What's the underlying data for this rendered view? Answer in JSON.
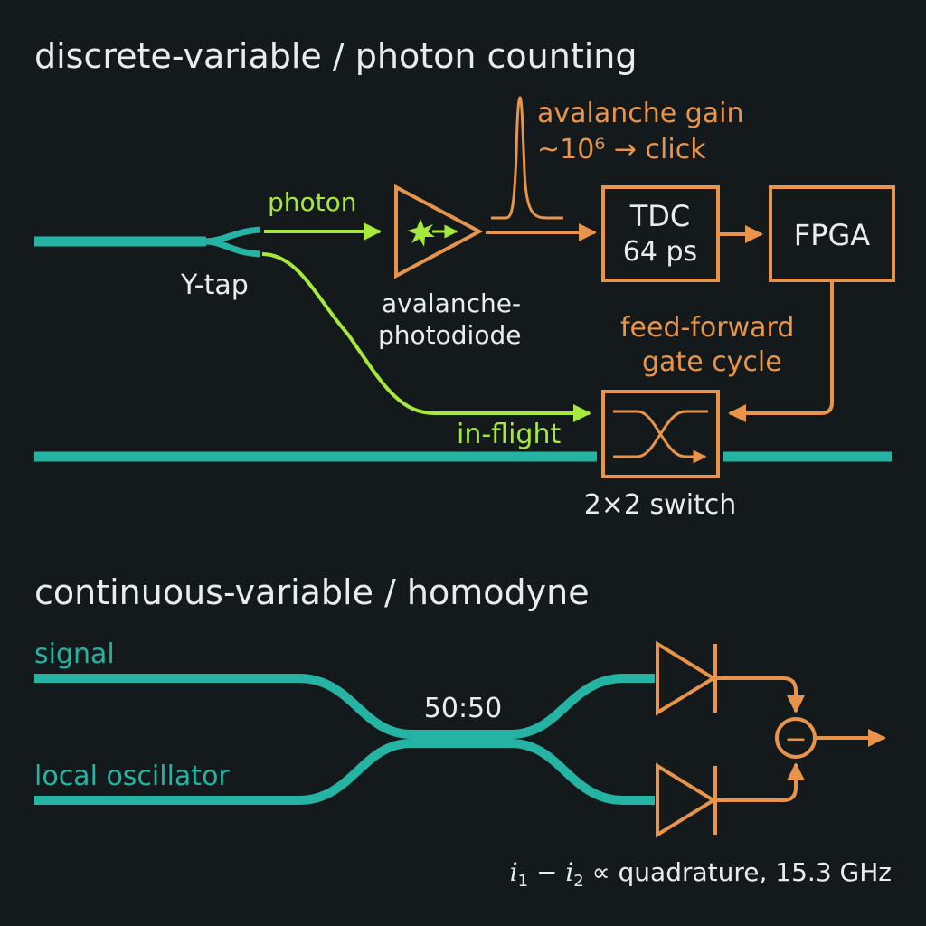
{
  "colors": {
    "background": "#141a1b",
    "fiber": "#25b3a3",
    "photon": "#a6e83c",
    "electronic": "#e8944a",
    "text": "#e9ecec"
  },
  "dv": {
    "heading": "discrete-variable / photon counting",
    "photon_label": "photon",
    "ytap_label": "Y-tap",
    "apd_label_line1": "avalanche-",
    "apd_label_line2": "photodiode",
    "gain_line1": "avalanche gain",
    "gain_line2": "~10⁶ → click",
    "tdc_line1": "TDC",
    "tdc_line2": "64 ps",
    "fpga_label": "FPGA",
    "feed_line1": "feed-forward",
    "feed_line2": "gate cycle",
    "inflight_label": "in-flight",
    "switch_label": "2×2 switch"
  },
  "cv": {
    "heading": "continuous-variable / homodyne",
    "signal_label": "signal",
    "lo_label": "local oscillator",
    "coupler_label": "50:50",
    "subtract_symbol": "−",
    "formula": {
      "i1": "i",
      "i1_sub": "1",
      "minus": " − ",
      "i2": "i",
      "i2_sub": "2",
      "rest": " ∝ quadrature, 15.3 GHz"
    }
  }
}
